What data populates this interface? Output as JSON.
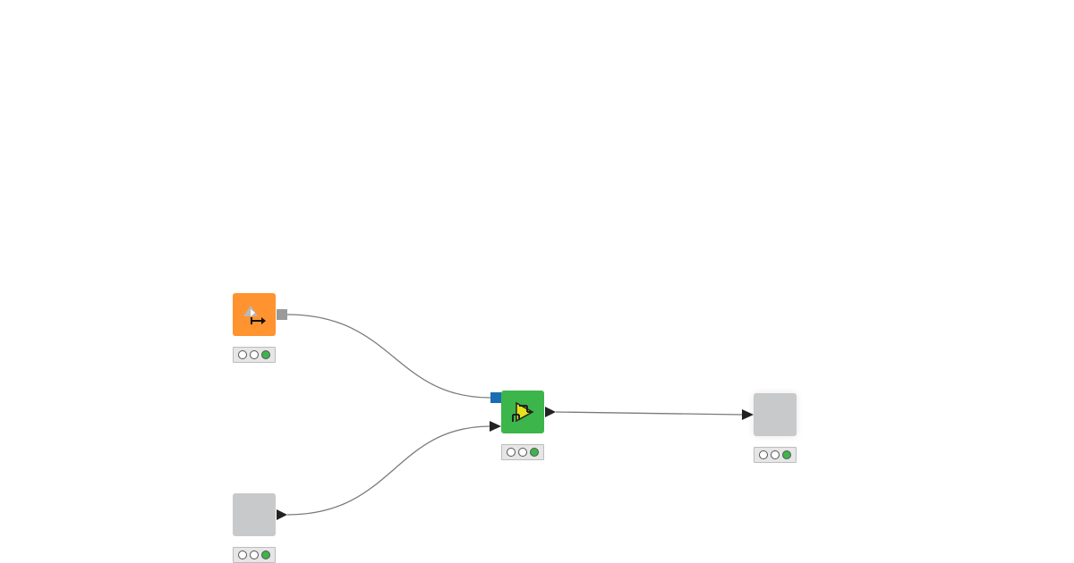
{
  "workflow": {
    "nodes": [
      {
        "id": "variable-source-node",
        "color": "orange",
        "status": [
          "off",
          "off",
          "on"
        ]
      },
      {
        "id": "data-source-node",
        "color": "gray",
        "status": [
          "off",
          "off",
          "on"
        ]
      },
      {
        "id": "processing-node",
        "color": "green",
        "status": [
          "off",
          "off",
          "on"
        ]
      },
      {
        "id": "output-node",
        "color": "gray",
        "status": [
          "off",
          "off",
          "on"
        ]
      }
    ],
    "connections": [
      {
        "from": "variable-source-node",
        "to": "processing-node",
        "type": "flow-variable"
      },
      {
        "from": "data-source-node",
        "to": "processing-node",
        "type": "data"
      },
      {
        "from": "processing-node",
        "to": "output-node",
        "type": "data"
      }
    ],
    "colors": {
      "orange": "#ff9330",
      "green": "#3cb54a",
      "gray": "#c8c9cb",
      "status_on": "#3cb54a",
      "flow_port": "#1a6db5",
      "connection": "#7a7a7a"
    },
    "icons": {
      "variable-source-node": "flow-variable-icon",
      "processing-node": "play-arrow-icon"
    }
  }
}
